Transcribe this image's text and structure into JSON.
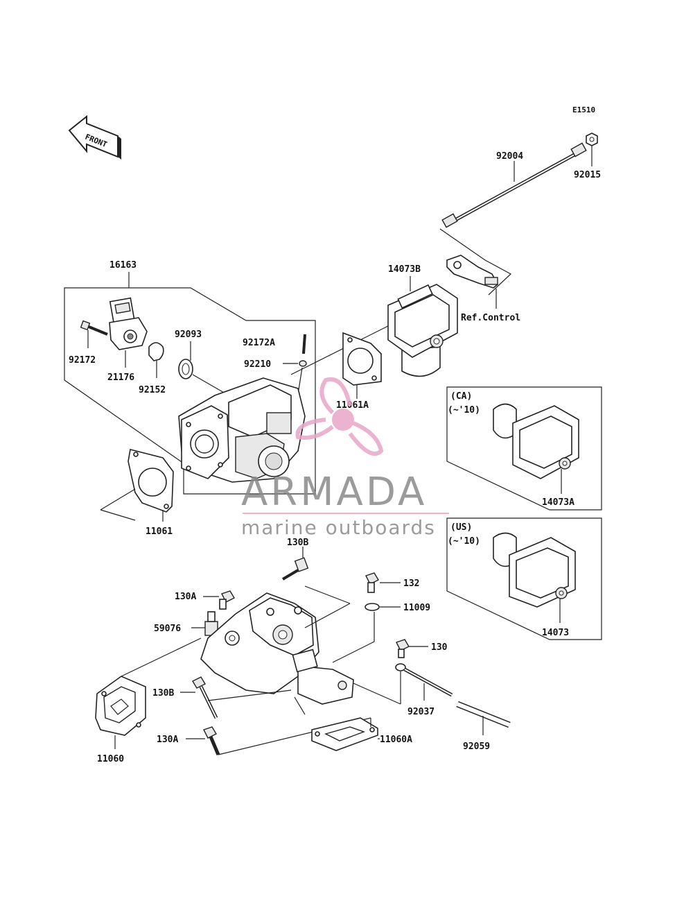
{
  "diagram_code": "E1510",
  "front_label": "FRONT",
  "parts": {
    "p92004": "92004",
    "p92015": "92015",
    "p16163": "16163",
    "p14073B": "14073B",
    "ref_control": "Ref.Control",
    "p92093": "92093",
    "p92172A": "92172A",
    "p92210": "92210",
    "p92172": "92172",
    "p21176": "21176",
    "p92152": "92152",
    "p11061A": "11061A",
    "p11061": "11061",
    "p130B_top": "130B",
    "p132": "132",
    "p130A_top": "130A",
    "p11009": "11009",
    "p59076": "59076",
    "p130": "130",
    "p130B_left": "130B",
    "p92037": "92037",
    "p130A_bottom": "130A",
    "p11060A": "11060A",
    "p92059": "92059",
    "p11060": "11060",
    "p14073A": "14073A",
    "p14073": "14073"
  },
  "insets": {
    "ca_region": "(CA)",
    "ca_range": "(~'10)",
    "us_region": "(US)",
    "us_range": "(~'10)"
  },
  "watermark": {
    "brand": "ARMADA",
    "tagline": "marine outboards",
    "colors": {
      "logo_pink": "#e8a6c8",
      "text_gray": "#8a8a8a"
    }
  }
}
